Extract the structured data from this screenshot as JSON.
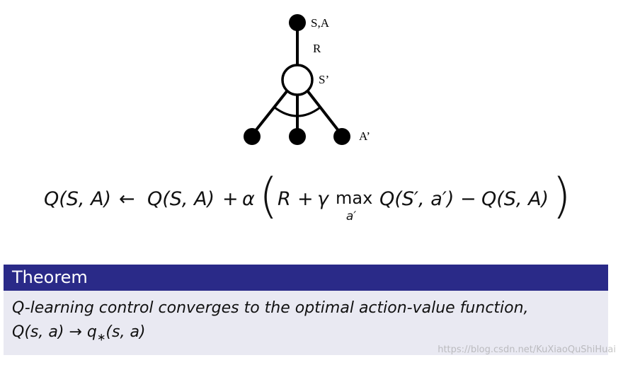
{
  "diagram": {
    "labels": {
      "root": "S,A",
      "reward": "R",
      "state": "S’",
      "action": "A’"
    }
  },
  "formula": {
    "lhs": "Q(S, A)",
    "arrow": "←",
    "q1": "Q(S, A)",
    "plus": "+",
    "alpha": "α",
    "open_paren": "(",
    "r": "R",
    "plus2": "+",
    "gamma": "γ",
    "max_op": "max",
    "max_sub": "a′",
    "q2": "Q(S′, a′)",
    "minus": "−",
    "q3": "Q(S, A)",
    "close_paren": ")"
  },
  "theorem": {
    "title": "Theorem",
    "line1": "Q-learning control converges to the optimal action-value function,",
    "line2_q": "Q(s, a)",
    "line2_arrow": "→",
    "line2_qstar": "q",
    "line2_star": "∗",
    "line2_args": "(s, a)"
  },
  "watermark": "https://blog.csdn.net/KuXiaoQuShiHuai",
  "colors": {
    "theorem_header_bg": "#2a2a88",
    "theorem_body_bg": "#e9e9f2"
  }
}
